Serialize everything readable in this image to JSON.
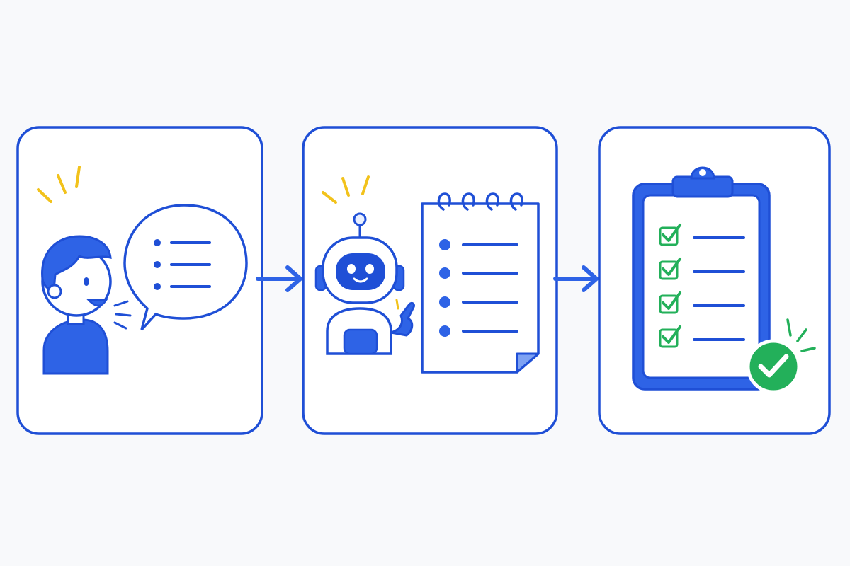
{
  "colors": {
    "background": "#f8f9fb",
    "stroke": "#1f4fd6",
    "fill_blue": "#2e63e6",
    "fill_light": "#e9efff",
    "accent_yellow": "#f2c21b",
    "check_green": "#23b05a",
    "white": "#ffffff"
  },
  "panels": [
    {
      "step": "user-request",
      "icons": [
        "person-icon",
        "speech-bubble-icon",
        "burst-lines-icon"
      ],
      "bubble_bullets": 3
    },
    {
      "step": "assistant-plans",
      "icons": [
        "robot-icon",
        "notepad-icon",
        "burst-lines-icon"
      ],
      "notepad_bullets": 4
    },
    {
      "step": "tasks-completed",
      "icons": [
        "clipboard-icon",
        "checkbox-icon",
        "success-check-icon"
      ],
      "checklist_items": 4,
      "completed_items": 4
    }
  ],
  "arrows": [
    {
      "from": "user-request",
      "to": "assistant-plans"
    },
    {
      "from": "assistant-plans",
      "to": "tasks-completed"
    }
  ]
}
